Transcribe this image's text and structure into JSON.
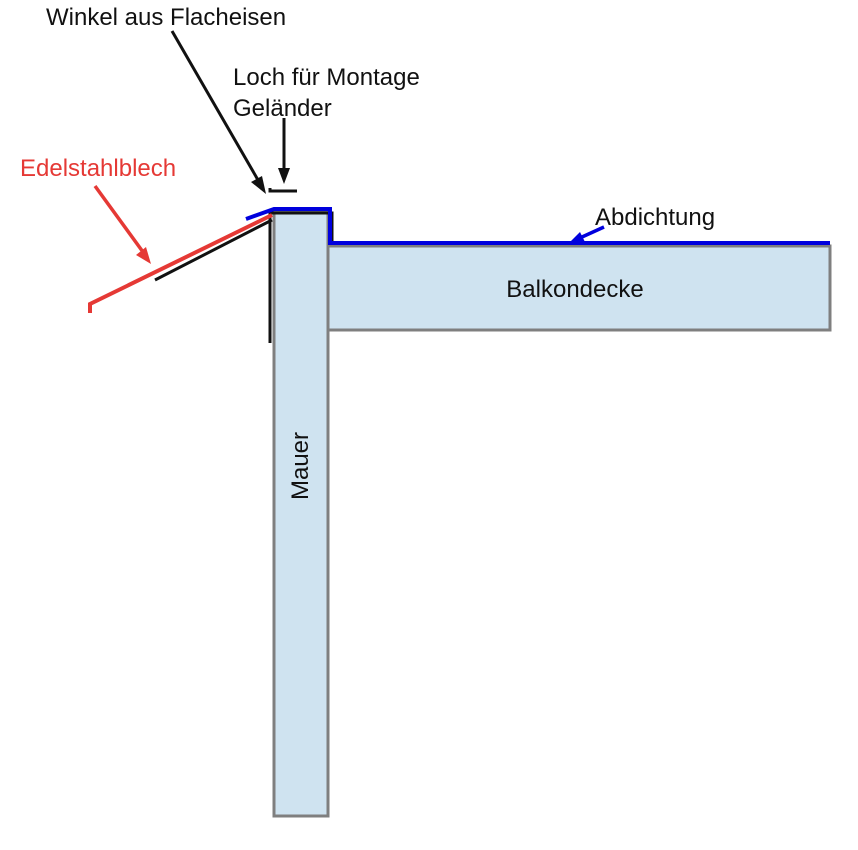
{
  "labels": {
    "winkel": "Winkel aus Flacheisen",
    "loch_line1": "Loch für Montage",
    "loch_line2": "Geländer",
    "edelstahl": "Edelstahlblech",
    "abdichtung": "Abdichtung",
    "balkondecke": "Balkondecke",
    "mauer": "Mauer"
  },
  "colors": {
    "concrete_fill": "#cfe3f0",
    "concrete_stroke": "#7f7f7f",
    "seal": "#0000dd",
    "steel_sheet": "#e53935",
    "flat_iron": "#111111",
    "leader": "#111111"
  }
}
